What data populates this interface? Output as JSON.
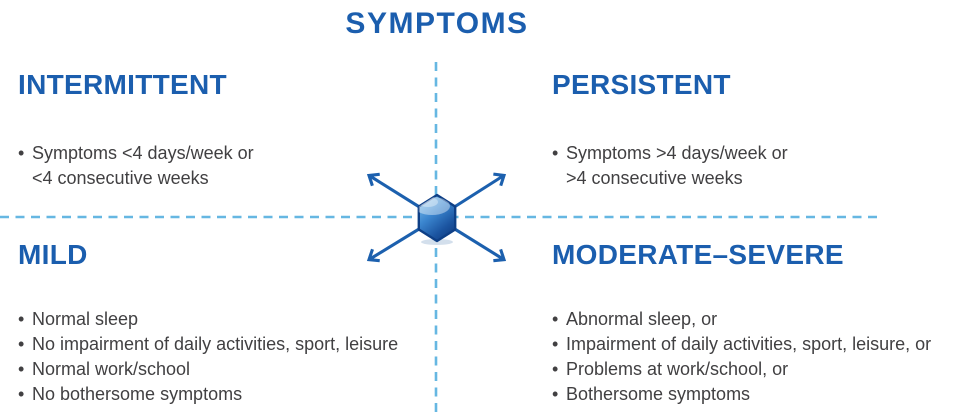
{
  "title": "SYMPTOMS",
  "bullet_glyph": "•",
  "quadrants": {
    "intermittent": {
      "heading": "INTERMITTENT",
      "bullets": [
        "Symptoms <4 days/week or\n<4 consecutive weeks"
      ]
    },
    "persistent": {
      "heading": "PERSISTENT",
      "bullets": [
        "Symptoms >4 days/week or\n>4 consecutive weeks"
      ]
    },
    "mild": {
      "heading": "MILD",
      "bullets": [
        "Normal sleep",
        "No impairment of daily activities, sport, leisure",
        "Normal work/school",
        "No bothersome symptoms"
      ]
    },
    "moderate_severe": {
      "heading": "MODERATE–SEVERE",
      "bullets": [
        "Abnormal sleep, or",
        "Impairment of daily activities, sport, leisure, or",
        "Problems at work/school, or",
        "Bothersome symptoms"
      ]
    }
  },
  "colors": {
    "heading_blue": "#1B5EAE",
    "body_text": "#414042",
    "dashed_line": "#66B7E2",
    "arrow_blue": "#1C60AE",
    "hexagon_dark": "#123F85",
    "hexagon_light": "#7EC0EC"
  }
}
